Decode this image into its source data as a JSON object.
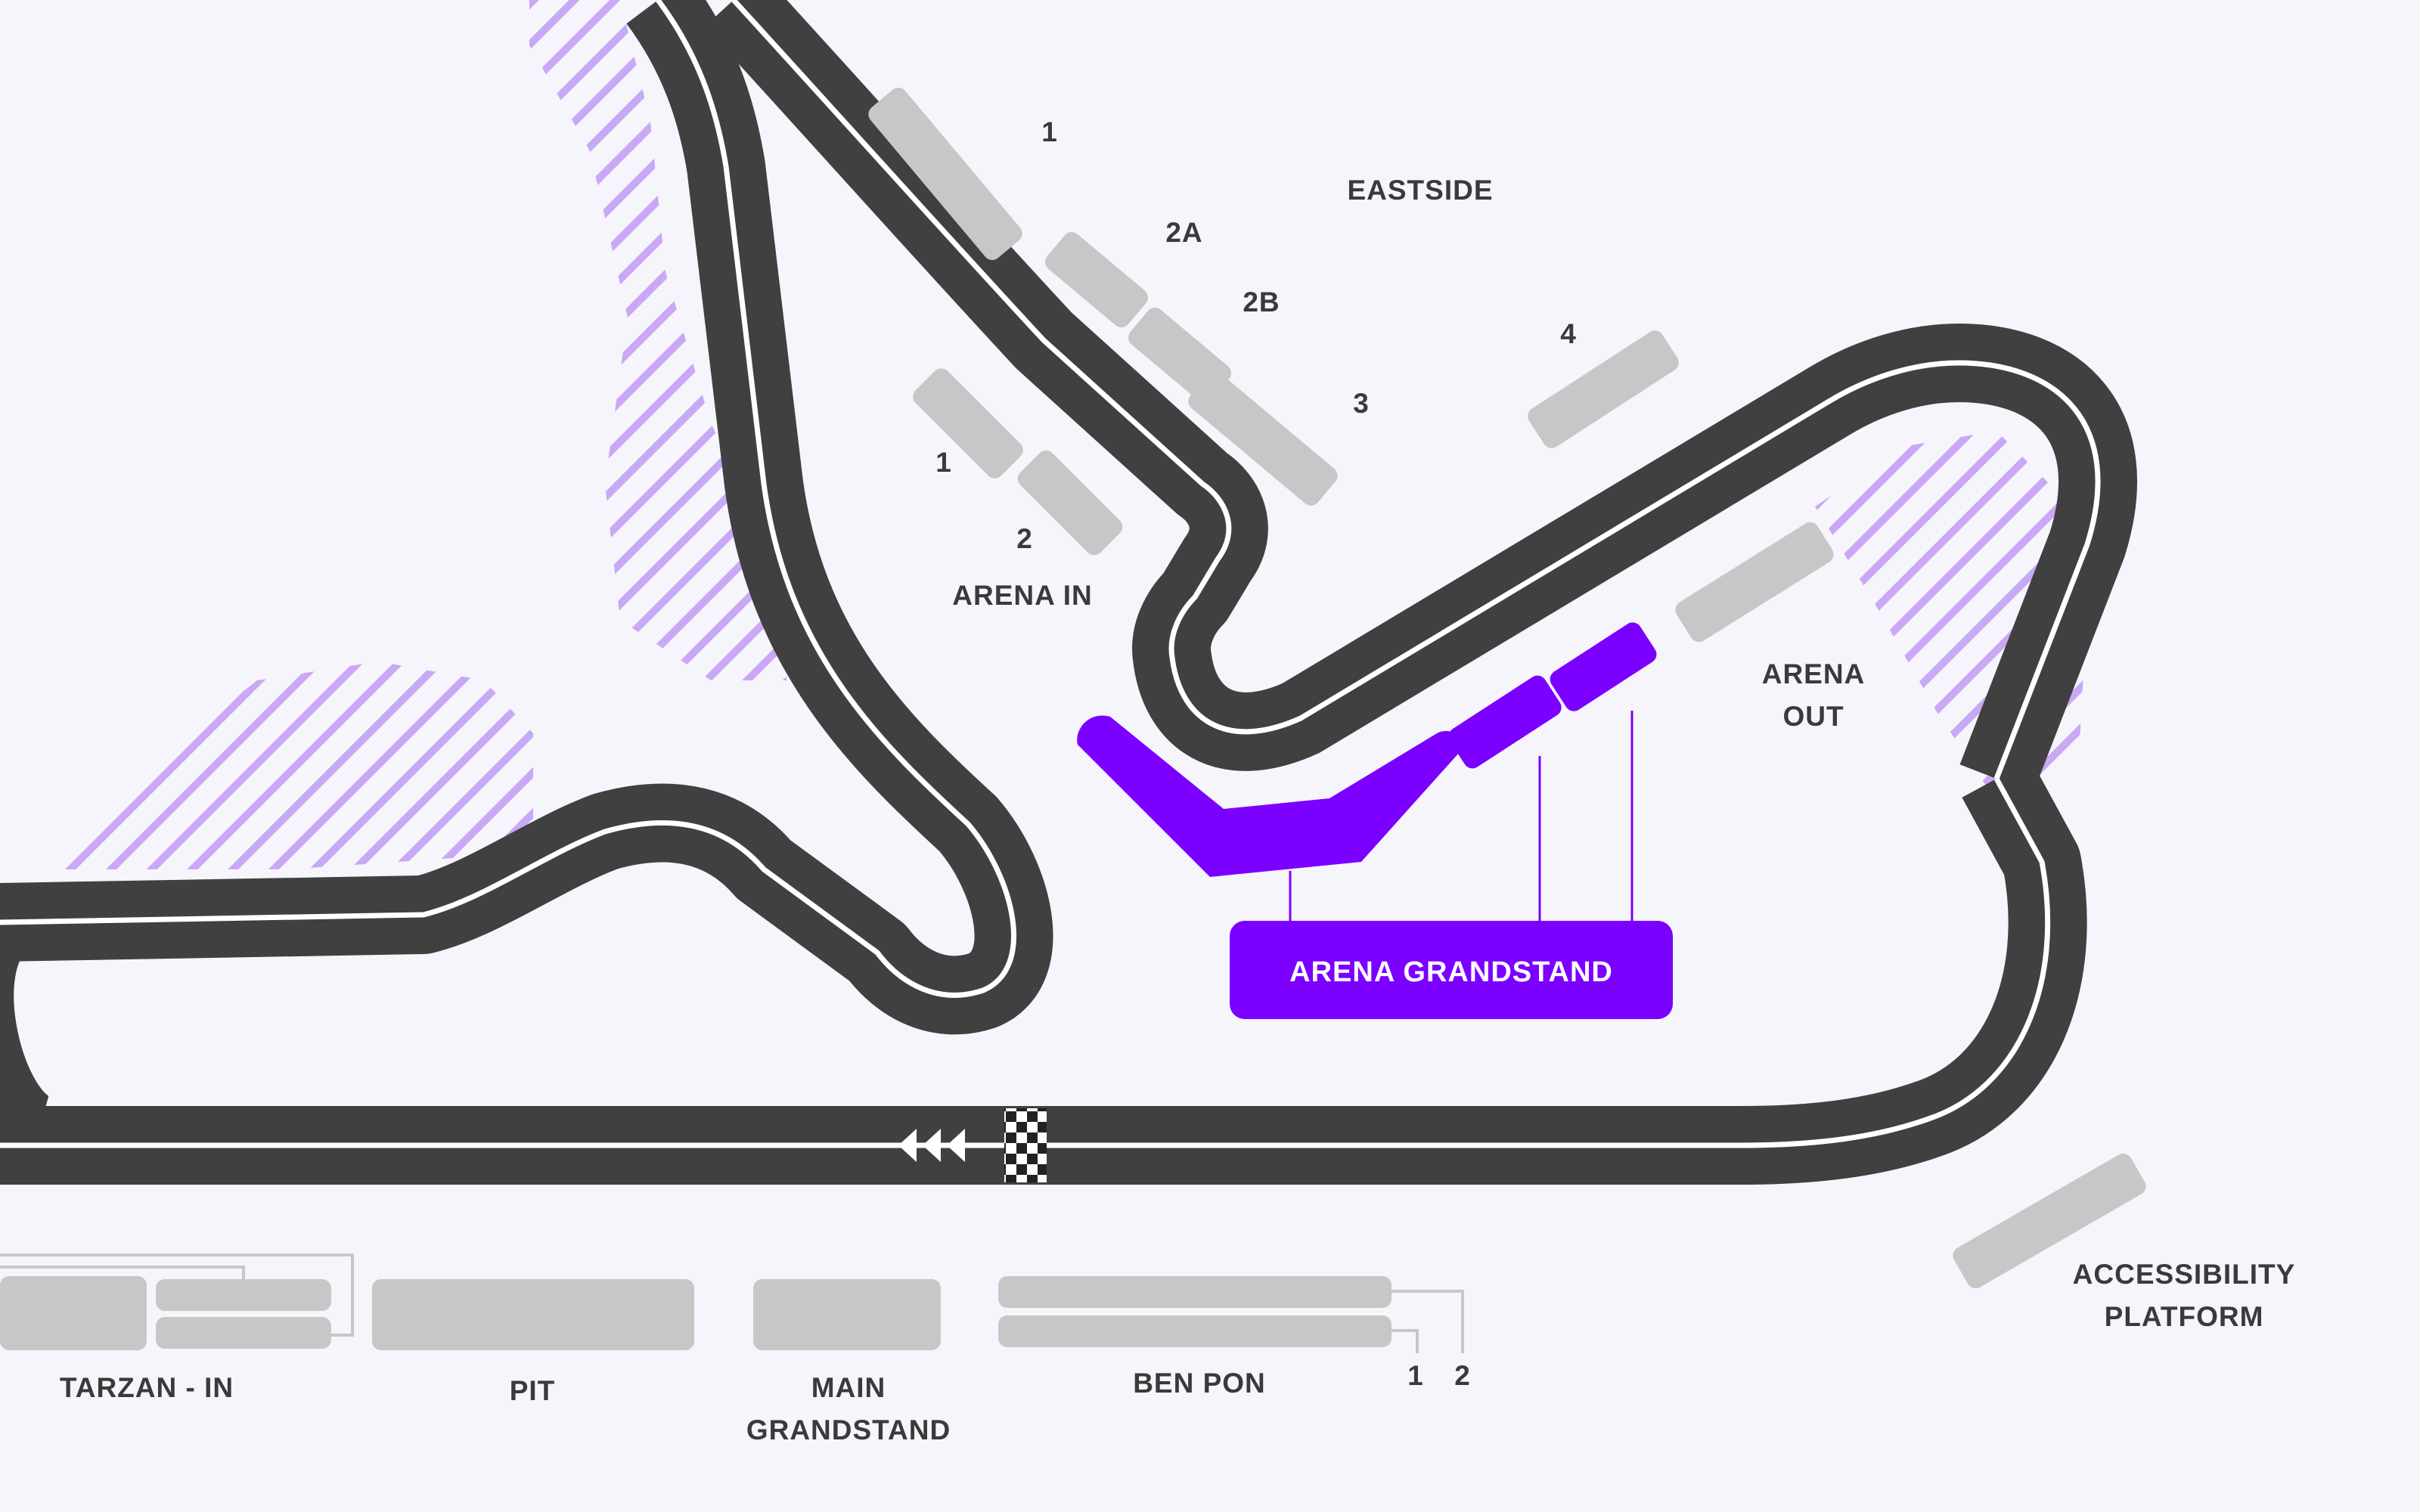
{
  "colors": {
    "background": "#f6f5fc",
    "track": "#404040",
    "grandstand": "#c7c7c7",
    "highlight": "#7b00ff",
    "hatch": "#c9a8f5",
    "label": "#3a3a3a"
  },
  "labels": {
    "eastside": "EASTSIDE",
    "eastside_1": "1",
    "eastside_2a": "2A",
    "eastside_2b": "2B",
    "eastside_3": "3",
    "eastside_4": "4",
    "arena_in": "ARENA IN",
    "arena_in_1": "1",
    "arena_in_2": "2",
    "arena_out_line1": "ARENA",
    "arena_out_line2": "OUT",
    "arena_grandstand": "ARENA GRANDSTAND",
    "tarzan_in": "TARZAN - IN",
    "pit": "PIT",
    "main_grandstand_line1": "MAIN",
    "main_grandstand_line2": "GRANDSTAND",
    "ben_pon": "BEN PON",
    "ben_pon_1": "1",
    "ben_pon_2": "2",
    "accessibility_line1": "ACCESSIBILITY",
    "accessibility_line2": "PLATFORM"
  },
  "icons": {
    "start_finish": "checkered-flag-icon",
    "direction": "direction-arrows-icon"
  }
}
